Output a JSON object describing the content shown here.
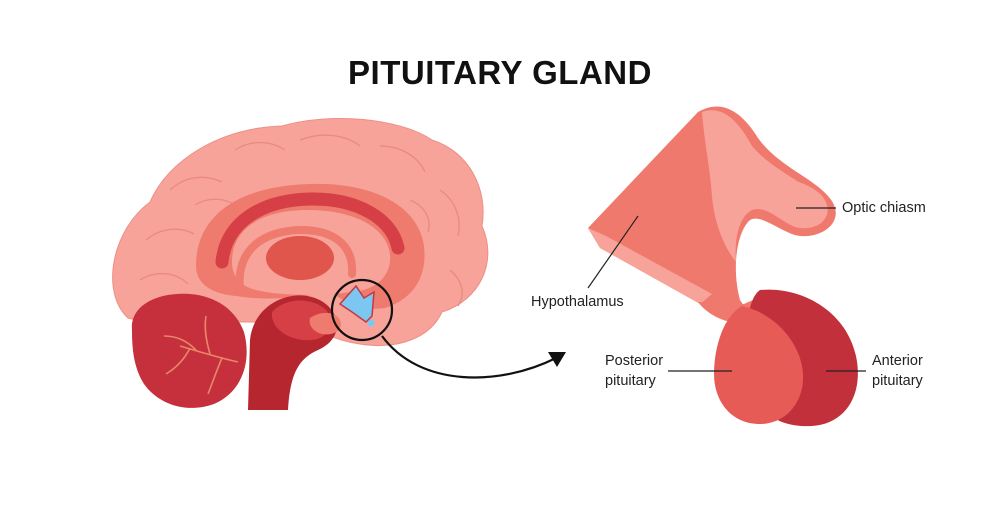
{
  "title": "PITUITARY GLAND",
  "labels": {
    "optic_chiasm": "Optic chiasm",
    "hypothalamus": "Hypothalamus",
    "posterior_pituitary_line1": "Posterior",
    "posterior_pituitary_line2": "pituitary",
    "anterior_pituitary_line1": "Anterior",
    "anterior_pituitary_line2": "pituitary"
  },
  "colors": {
    "cortex": "#F7A39A",
    "cortex_outline": "#E88C82",
    "inner_salmon": "#EE7B6E",
    "corpus_callosum": "#D53F45",
    "cerebellum": "#C62F3C",
    "brainstem": "#B5262F",
    "pituitary_highlight": "#7CC6F2",
    "hypothalamus": "#F0796E",
    "optic_chiasm": "#F7A39A",
    "posterior": "#E65B56",
    "anterior": "#C1303B"
  }
}
